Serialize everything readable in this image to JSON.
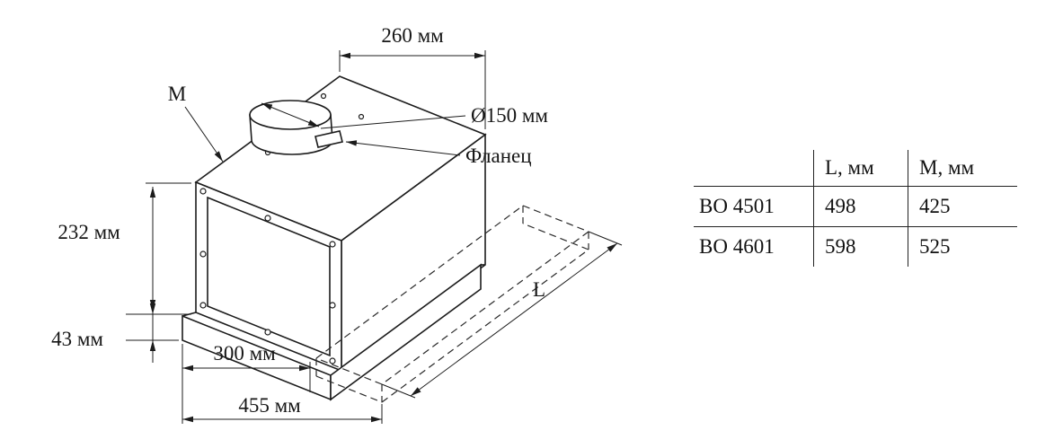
{
  "diagram": {
    "dimensions": {
      "top_width": "260 мм",
      "m_label": "M",
      "duct_diameter": "Ø150 мм",
      "flange_label": "Фланец",
      "body_height": "232 мм",
      "base_height": "43 мм",
      "body_depth": "300 мм",
      "total_depth": "455 мм",
      "l_label": "L"
    }
  },
  "table": {
    "headers": [
      "",
      "L, мм",
      "M, мм"
    ],
    "rows": [
      {
        "model": "ВО 4501",
        "l": "498",
        "m": "425"
      },
      {
        "model": "ВО 4601",
        "l": "598",
        "m": "525"
      }
    ]
  },
  "colors": {
    "line": "#1c1c1c",
    "background": "#ffffff"
  }
}
